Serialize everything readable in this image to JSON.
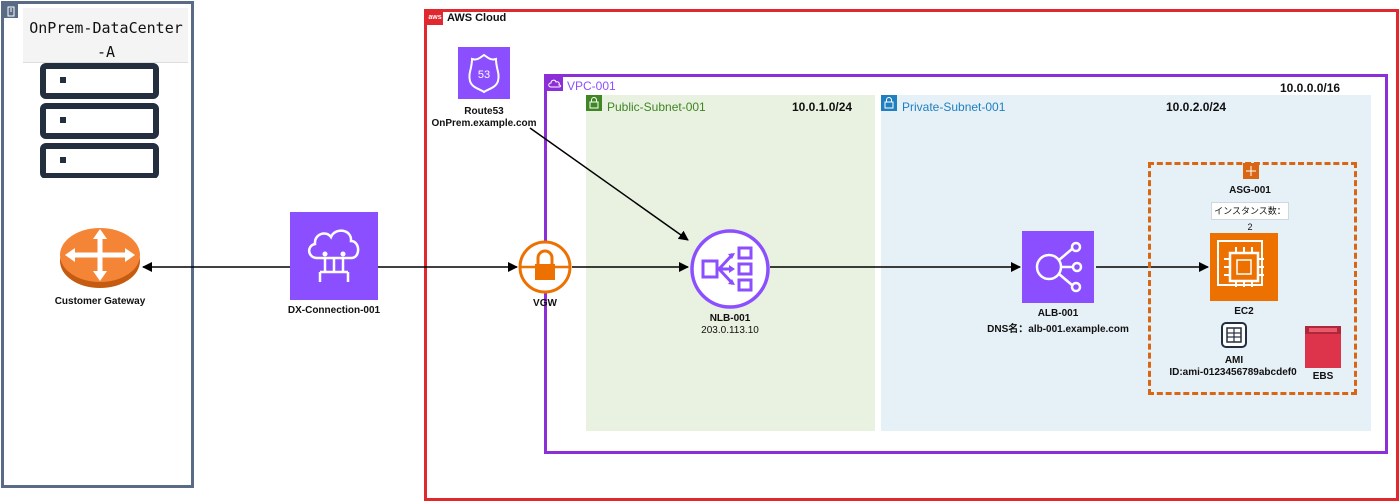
{
  "onprem": {
    "title": "OnPrem-DataCenter-A",
    "cgw_label": "Customer Gateway"
  },
  "dx": {
    "label": "DX-Connection-001"
  },
  "aws": {
    "title": "AWS Cloud",
    "badge": "aws"
  },
  "route53": {
    "label": "Route53",
    "domain": "OnPrem.example.com",
    "badge": "53"
  },
  "vgw": {
    "label": "VGW"
  },
  "vpc": {
    "title": "VPC-001",
    "cidr": "10.0.0.0/16"
  },
  "public_subnet": {
    "title": "Public-Subnet-001",
    "cidr": "10.0.1.0/24"
  },
  "private_subnet": {
    "title": "Private-Subnet-001",
    "cidr": "10.0.2.0/24"
  },
  "nlb": {
    "label": "NLB-001",
    "ip": "203.0.113.10"
  },
  "alb": {
    "label": "ALB-001",
    "dns": "DNS名：alb-001.example.com"
  },
  "asg": {
    "label": "ASG-001",
    "instances": "インスタンス数：2"
  },
  "ec2": {
    "label": "EC2"
  },
  "ami": {
    "label": "AMI",
    "id": "ID:ami-0123456789abcdef0"
  },
  "ebs": {
    "label": "EBS"
  },
  "colors": {
    "aws_border": "#e0282e",
    "vpc_border": "#8c2fd8",
    "onprem_border": "#5a6b86",
    "public_fill": "#e9f1e1",
    "public_text": "#3f8624",
    "private_fill": "#e6f0f7",
    "private_text": "#1f7fbf",
    "purple_icon": "#8c4fff",
    "orange": "#ed7100",
    "ebs_red": "#dd344c"
  }
}
